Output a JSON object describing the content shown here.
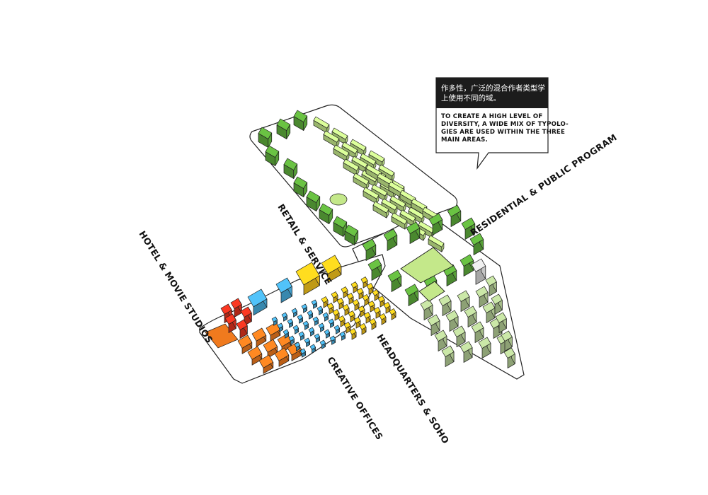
{
  "callout": {
    "chinese_lines": [
      "作多性，广泛的混合作者类型学",
      "上使用不同的域。"
    ],
    "english_lines": [
      "TO CREATE A HIGH LEVEL OF",
      "DIVERSITY, A WIDE MIX OF TYPOLO-",
      "GIES ARE USED WITHIN THE THREE",
      "MAIN AREAS."
    ]
  },
  "zones": {
    "retail": "RETAIL & SERVICE",
    "residential": "RESIDENTIAL & PUBLIC PROGRAM",
    "hotel": "HOTEL & MOVIE STUDIOS",
    "creative": "CREATIVE OFFICES",
    "headquarters": "HEADQUARTERS & SOHO"
  },
  "colors": {
    "dark_green": "#5fae3c",
    "light_green": "#c4e88a",
    "pale_green": "#b5cf96",
    "orange": "#f07a1e",
    "red": "#e0321e",
    "blue": "#48aedf",
    "yellow": "#f6c51c",
    "gray": "#d6d6d6",
    "callout_header": "#1c1c1c"
  }
}
